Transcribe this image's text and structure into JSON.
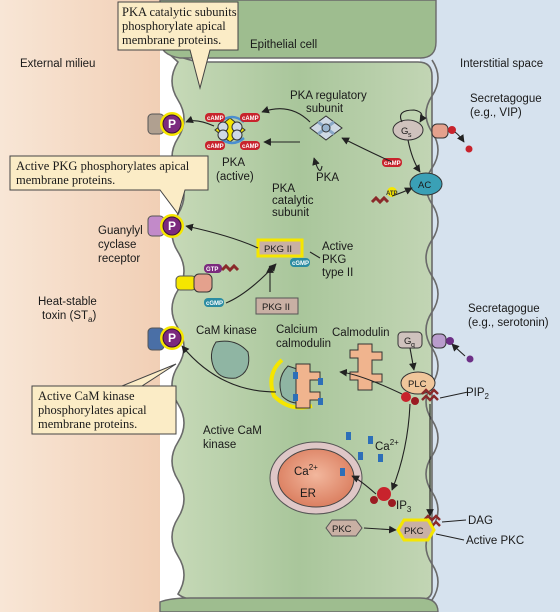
{
  "regions": {
    "external": "External milieu",
    "cell": "Epithelial cell",
    "interstitial": "Interstitial space"
  },
  "callouts": {
    "pka": [
      "PKA catalytic subunits",
      "phosphorylate apical",
      "membrane proteins."
    ],
    "pkg": [
      "Active PKG phosphorylates apical",
      "membrane proteins."
    ],
    "camk": [
      "Active CaM kinase",
      "phosphorylates apical",
      "membrane proteins."
    ]
  },
  "labels": {
    "pka_reg": [
      "PKA regulatory",
      "subunit"
    ],
    "pka_active": [
      "PKA",
      "(active)"
    ],
    "pka": "PKA",
    "pka_cat": [
      "PKA",
      "catalytic",
      "subunit"
    ],
    "secretagogue_vip": [
      "Secretagogue",
      "(e.g., VIP)"
    ],
    "guanylyl": [
      "Guanylyl",
      "cyclase",
      "receptor"
    ],
    "sta": [
      "Heat-stable",
      "toxin (ST"
    ],
    "sta_sub": "a",
    "sta_close": ")",
    "active_pkg": [
      "Active",
      "PKG",
      "type II"
    ],
    "camk": "CaM kinase",
    "ca_calmodulin": [
      "Calcium",
      "calmodulin"
    ],
    "calmodulin": "Calmodulin",
    "active_camk": [
      "Active CaM",
      "kinase"
    ],
    "secretagogue_ser": [
      "Secretagogue",
      "(e.g., serotonin)"
    ],
    "pip2": "PIP",
    "pip2_sub": "2",
    "ip3": "IP",
    "ip3_sub": "3",
    "dag": "DAG",
    "active_pkc": "Active PKC"
  },
  "molecules": {
    "p": "P",
    "camp": "cAMP",
    "cgmp": "cGMP",
    "gtp": "GTP",
    "atp": "ATP",
    "gs": "G",
    "gs_sub": "s",
    "gq": "G",
    "gq_sub": "q",
    "ac": "AC",
    "plc": "PLC",
    "pkg2": "PKG II",
    "pkc": "PKC",
    "er": "ER",
    "ca": "Ca",
    "ca_sup": "2+"
  },
  "colors": {
    "external": "#f6ddc8",
    "cell": "#b5cda8",
    "interstitial": "#d8e3ef",
    "highlight": "#f2e200",
    "callout_fill": "#fbecc6",
    "receptor": "#e4a18d",
    "p_purple": "#7b2a7e",
    "camp_red": "#c8232c",
    "cgmp_teal": "#2b8ca2",
    "er_fill": "#e39272",
    "pkc_fill": "#c9b0a4",
    "calmodulin": "#f0b48e",
    "camk": "#8fb5a3"
  }
}
